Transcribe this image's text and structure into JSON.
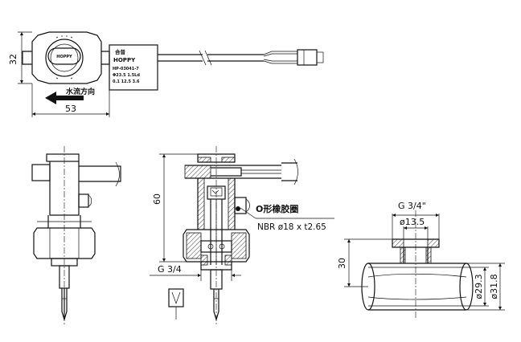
{
  "top_view": {
    "dim_height": "32",
    "dim_width": "53",
    "arrow_label": "水流方向",
    "logo_text": "HOPPY",
    "brand_cn": "合普",
    "brand_en": "HOPPY",
    "plate_lines": [
      "HP-03041-7",
      "Φ23.5 1.5Ld",
      "0.1 12.5 3.6"
    ]
  },
  "section_view": {
    "dim_height": "60",
    "thread_label": "G 3/4",
    "oring_title": "O形橡胶圈",
    "oring_spec": "NBR ø18 x t2.65"
  },
  "pipe_view": {
    "thread_label": "G 3/4\"",
    "dim_nut": "ø13.5",
    "dim_height": "30",
    "dim_inner": "ø29.3",
    "dim_outer": "ø31.8"
  }
}
